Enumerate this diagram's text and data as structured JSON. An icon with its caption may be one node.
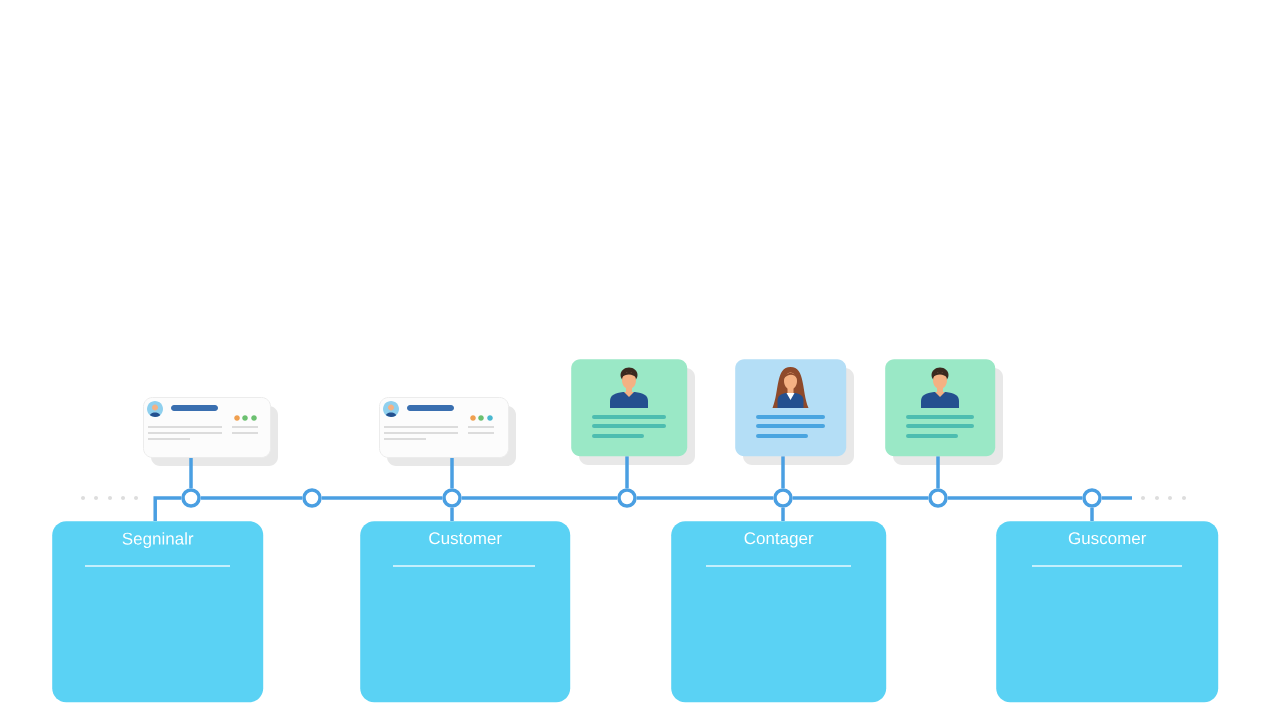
{
  "diagram": {
    "nodes": [
      {
        "text": [],
        "shape": "box"
      },
      {
        "text": [],
        "shape": "box"
      },
      {
        "text": [],
        "shape": "box"
      },
      {
        "text": [],
        "shape": "box"
      },
      {
        "text": [],
        "shape": "box"
      },
      {
        "text": [],
        "shape": "circle"
      },
      {
        "text": [],
        "shape": "circle"
      },
      {
        "text": [],
        "shape": "circle"
      },
      {
        "text": [],
        "shape": "circle"
      },
      {
        "text": [],
        "shape": "circle"
      },
      {
        "text": [],
        "shape": "circle"
      },
      {
        "text": [],
        "shape": "circle"
      },
      {
        "text": [
          "Segninalr"
        ]
      },
      {
        "text": [
          "Customer"
        ]
      },
      {
        "text": [
          "Contager"
        ]
      },
      {
        "text": [
          "Guscomer"
        ]
      }
    ],
    "edges": [
      {
        "from": 0,
        "to": 5,
        "arrow": "none"
      },
      {
        "from": 1,
        "to": 7,
        "arrow": "none"
      },
      {
        "from": 2,
        "to": 8,
        "arrow": "none"
      },
      {
        "from": 3,
        "to": 9,
        "arrow": "none"
      },
      {
        "from": 4,
        "to": 10,
        "arrow": "none"
      },
      {
        "from": 5,
        "to": 6,
        "arrow": "none"
      },
      {
        "from": 6,
        "to": 7,
        "arrow": "none"
      },
      {
        "from": 7,
        "to": 8,
        "arrow": "none"
      },
      {
        "from": 8,
        "to": 9,
        "arrow": "none"
      },
      {
        "from": 9,
        "to": 10,
        "arrow": "none"
      },
      {
        "from": 10,
        "to": 11,
        "arrow": "none"
      },
      {
        "from": 11,
        "to": null,
        "arrow": "none"
      },
      {
        "from": 12,
        "to": 5,
        "arrow": "none"
      },
      {
        "from": 13,
        "to": 7,
        "arrow": "none"
      },
      {
        "from": 14,
        "to": 9,
        "arrow": "none"
      },
      {
        "from": 15,
        "to": 11,
        "arrow": "none"
      }
    ]
  }
}
